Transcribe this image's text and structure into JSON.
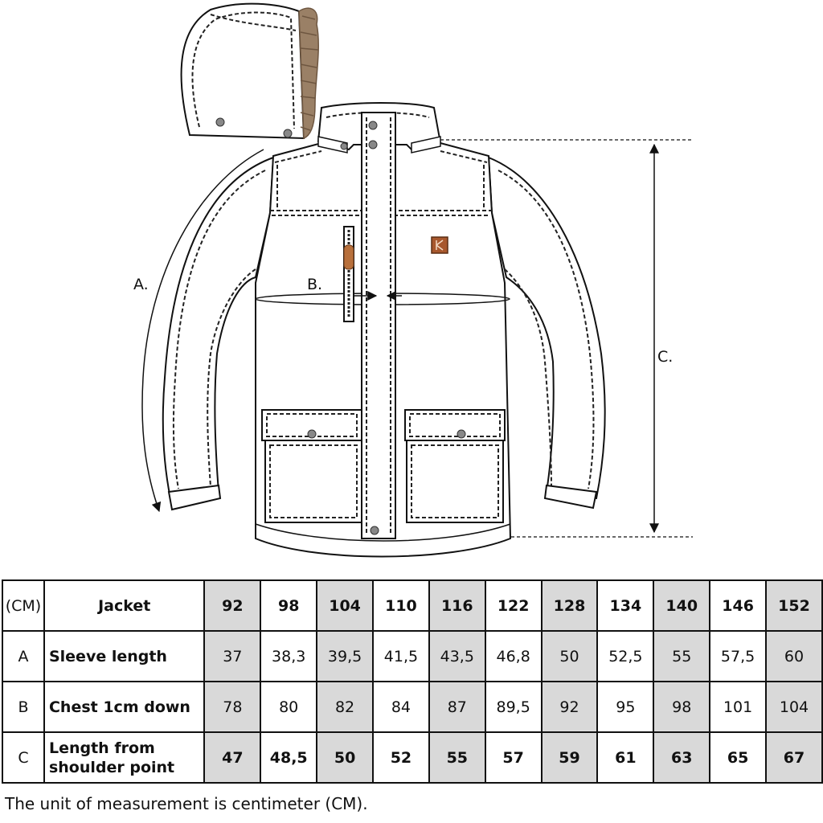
{
  "diagram": {
    "labels": {
      "a": "A.",
      "b": "B.",
      "c": "C."
    },
    "brand_icon": "k-logo-patch",
    "colors": {
      "fur": "#9a8066",
      "patch": "#a8582e",
      "zipper_pull": "#b8703c",
      "stitch": "#222222"
    }
  },
  "table": {
    "unit_header": "(CM)",
    "item_header": "Jacket",
    "sizes": [
      "92",
      "98",
      "104",
      "110",
      "116",
      "122",
      "128",
      "134",
      "140",
      "146",
      "152"
    ],
    "shade_color": "#d9d9d9",
    "rows": [
      {
        "code": "A",
        "name": "Sleeve length",
        "values": [
          "37",
          "38,3",
          "39,5",
          "41,5",
          "43,5",
          "46,8",
          "50",
          "52,5",
          "55",
          "57,5",
          "60"
        ]
      },
      {
        "code": "B",
        "name": "Chest 1cm down",
        "values": [
          "78",
          "80",
          "82",
          "84",
          "87",
          "89,5",
          "92",
          "95",
          "98",
          "101",
          "104"
        ]
      },
      {
        "code": "C",
        "name": "Length from shoulder point",
        "values": [
          "47",
          "48,5",
          "50",
          "52",
          "55",
          "57",
          "59",
          "61",
          "63",
          "65",
          "67"
        ]
      }
    ]
  },
  "footnote": "The unit of measurement is centimeter (CM)."
}
